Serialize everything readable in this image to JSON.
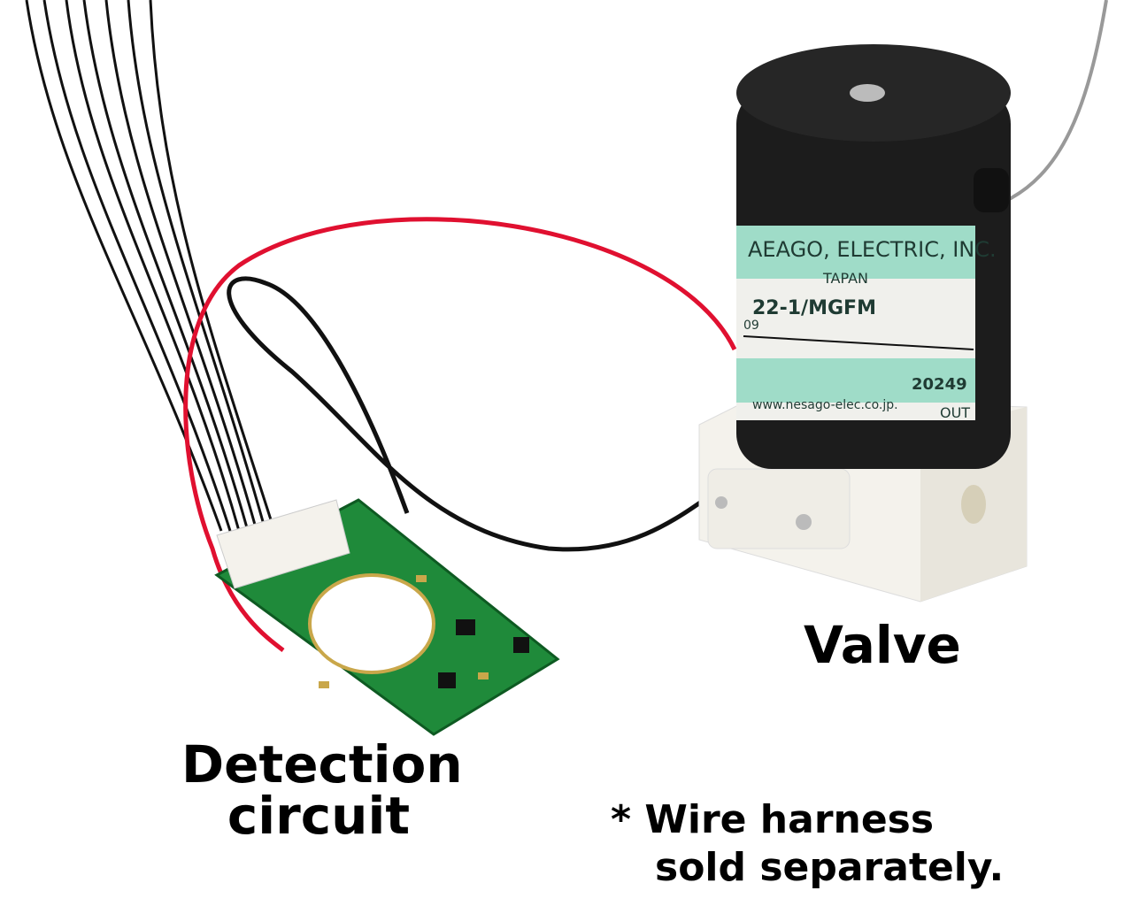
{
  "captions": {
    "valve": "Valve",
    "detection_line1": "Detection",
    "detection_line2": "circuit",
    "note_line1": "* Wire harness",
    "note_line2": "sold separately."
  },
  "valve_label": {
    "company": "AEAGO, ELECTRIC, INC.",
    "origin": "TAPAN",
    "model": "22-1/MGFM",
    "sub": "09",
    "code": "20249",
    "website": "www.nesago-elec.co.jp.",
    "port": "OUT"
  },
  "colors": {
    "label_green": "#9fdcc8",
    "pcb_green": "#1f8a3a",
    "body_black": "#1c1c1c",
    "block_white": "#f4f2ec",
    "wire_red": "#e01030"
  }
}
